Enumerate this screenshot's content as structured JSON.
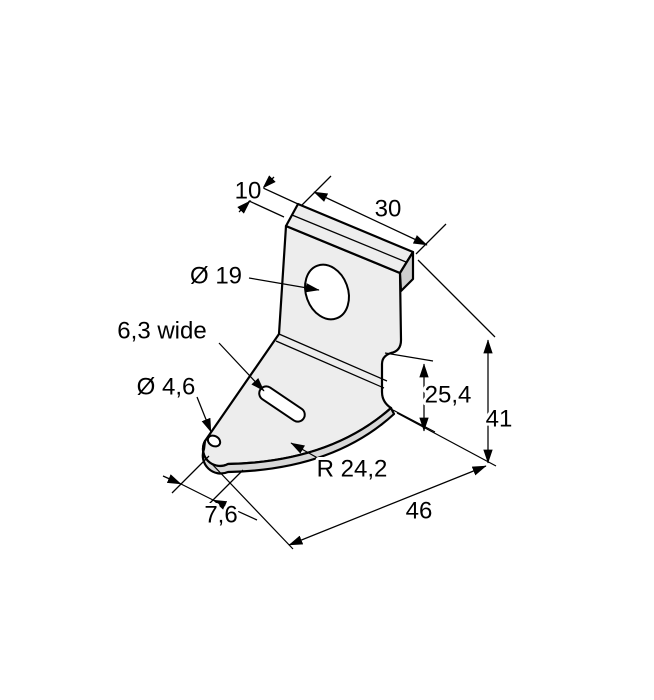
{
  "labels": {
    "dim10": "10",
    "dim30": "30",
    "hole_dia": "Ø 19",
    "slot_width": "6,3 wide",
    "pilot_dia": "Ø 4,6",
    "dim254": "25,4",
    "dim41": "41",
    "radius": "R 24,2",
    "dim76": "7,6",
    "dim46": "46"
  },
  "colors": {
    "background": "#ffffff",
    "line": "#000000",
    "part_fill": "#ededed",
    "part_shade": "#d8d8d8",
    "part_return": "#cfcfcf",
    "feature_fill": "#ffffff"
  }
}
